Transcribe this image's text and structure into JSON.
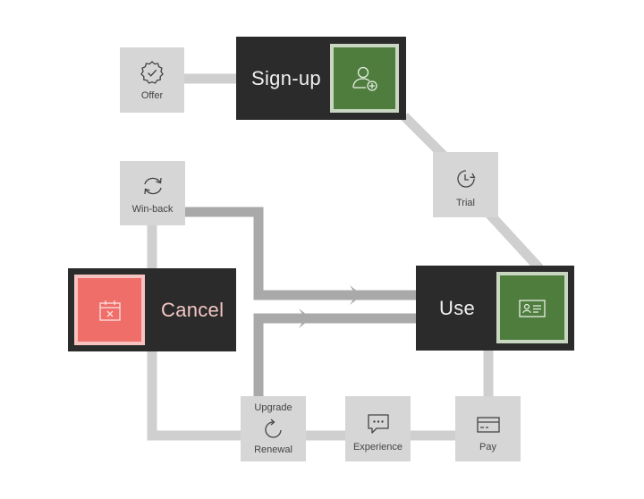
{
  "nodes": {
    "signup": "Sign-up",
    "use": "Use",
    "cancel": "Cancel",
    "offer": "Offer",
    "trial": "Trial",
    "winback": "Win-back",
    "upgrade": "Upgrade",
    "renewal": "Renewal",
    "experience": "Experience",
    "pay": "Pay"
  },
  "icons": {
    "offer": "badge-check-icon",
    "signup": "user-add-icon",
    "trial": "clock-icon",
    "winback": "refresh-icon",
    "cancel": "calendar-x-icon",
    "use": "id-card-icon",
    "renewal": "renew-icon",
    "experience": "chat-icon",
    "pay": "credit-card-icon"
  },
  "colors": {
    "dark_node": "#2b2b2b",
    "small_node": "#d6d6d6",
    "connector_light": "#cfcfcf",
    "connector_dark": "#a9a9a9",
    "green_tile": "#4e7d3e",
    "green_border": "#c9d7c2",
    "red_tile": "#ef6e69",
    "red_border": "#f6c3c0",
    "cancel_text": "#f3c6c3",
    "light_text": "#f0f0f0"
  }
}
